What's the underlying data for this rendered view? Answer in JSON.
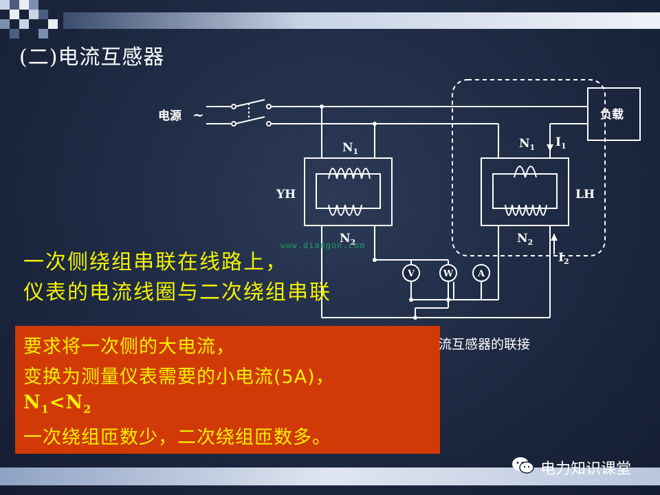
{
  "title": "(二)电流互感器",
  "diagram": {
    "source_label": "电源",
    "source_symbol": "~",
    "load_label": "负载",
    "vt_label": "YH",
    "ct_label": "LH",
    "vt_primary": "N",
    "vt_primary_sub": "1",
    "vt_secondary": "N",
    "vt_secondary_sub": "2",
    "ct_primary": "N",
    "ct_primary_sub": "1",
    "ct_secondary": "N",
    "ct_secondary_sub": "2",
    "i1": "I",
    "i1_sub": "1",
    "i2": "I",
    "i2_sub": "2",
    "meter_v": "V",
    "meter_w": "W",
    "meter_a": "A",
    "url_watermark": "www.diangon.com"
  },
  "notes": {
    "line1": "一次侧绕组串联在线路上，",
    "line2": "仪表的电流线圈与二次绕组串联"
  },
  "requirement": {
    "line1": "要求将一次侧的大电流，",
    "line2": "变换为测量仪表需要的小电流(5A)，",
    "line3_a": "N",
    "line3_a_sub": "1",
    "line3_op": "<N",
    "line3_b_sub": "2",
    "line4": "一次绕组匝数少，二次绕组匝数多。"
  },
  "caption": "流互感器的联接",
  "brand": "电力知识课堂",
  "colors": {
    "background": "#1c2740",
    "title_text": "#ffffff",
    "highlight_text": "#f2f200",
    "callout_box": "#d13a06",
    "wire": "#ffffff"
  }
}
